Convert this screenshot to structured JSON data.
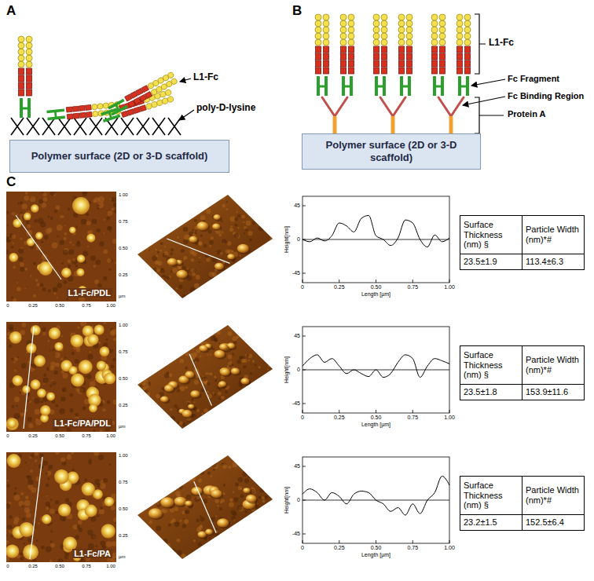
{
  "diagram": {
    "nodes": [
      {
        "text": [
          "Polymer surface (2D or 3-D scaffold)"
        ]
      },
      {
        "text": [
          "Polymer surface (2D or 3-D scaffold)"
        ]
      },
      {
        "text": [
          "L1-Fc/PDL"
        ]
      },
      {
        "text": [
          "L1-Fc/PA/PDL"
        ]
      },
      {
        "text": [
          "L1-Fc/PA"
        ]
      }
    ],
    "labels": [
      "A",
      "B",
      "L1-Fc",
      "poly-D-lysine",
      "L1-Fc",
      "Fc Fragment",
      "Fc Binding Region",
      "Protein A",
      "C",
      "0",
      "0.25",
      "0.50",
      "0.75",
      "1.00",
      "1.00",
      "0.75",
      "0.50",
      "0.25",
      "µm",
      "45",
      "0",
      "-45",
      "Height[nm]",
      "0",
      "0.25",
      "0.50",
      "0.75",
      "1.00",
      "Length [µm]",
      "Surface Thickness (nm) §",
      "Particle Width (nm)*#",
      "23.5±1.9",
      "113.4±6.3",
      "0",
      "0.25",
      "0.50",
      "0.75",
      "1.00",
      "1.00",
      "0.75",
      "0.50",
      "0.25",
      "µm",
      "45",
      "0",
      "-45",
      "Height[nm]",
      "0",
      "0.25",
      "0.50",
      "0.75",
      "1.00",
      "Length [µm]",
      "Surface Thickness (nm) §",
      "Particle Width (nm)*#",
      "23.5±1.8",
      "153.9±11.6",
      "0",
      "0.25",
      "0.50",
      "0.75",
      "1.00",
      "1.00",
      "0.75",
      "0.50",
      "0.25",
      "µm",
      "45",
      "0",
      "-45",
      "Height[nm]",
      "0",
      "0.25",
      "0.50",
      "0.75",
      "1.00",
      "Length [µm]",
      "Surface Thickness (nm) §",
      "Particle Width (nm)*#",
      "23.2±1.5",
      "152.5±6.4"
    ]
  }
}
